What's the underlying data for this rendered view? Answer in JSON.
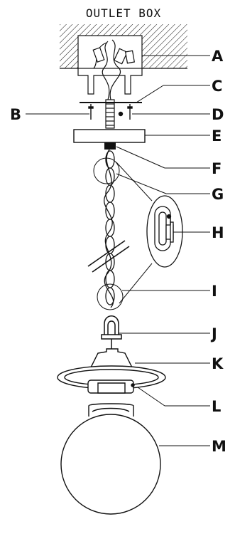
{
  "diagram": {
    "header_label": "OUTLET BOX",
    "callouts": {
      "A": "A",
      "B": "B",
      "C": "C",
      "D": "D",
      "E": "E",
      "F": "F",
      "G": "G",
      "H": "H",
      "I": "I",
      "J": "J",
      "K": "K",
      "L": "L",
      "M": "M"
    },
    "colors": {
      "ink": "#111111",
      "paper": "#ffffff"
    }
  }
}
